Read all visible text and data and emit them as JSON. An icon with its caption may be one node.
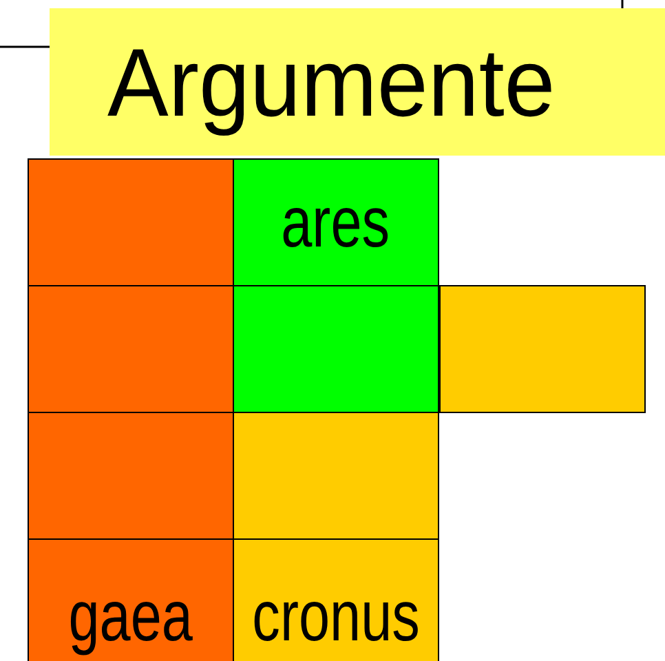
{
  "diagram": {
    "nodes": [
      {
        "text": [
          "Argumente"
        ]
      },
      {
        "text": [],
        "shape": "box"
      },
      {
        "text": [
          "ares"
        ]
      },
      {
        "text": [],
        "shape": "box"
      },
      {
        "text": [],
        "shape": "box"
      },
      {
        "text": [],
        "shape": "box"
      },
      {
        "text": [],
        "shape": "box"
      },
      {
        "text": [],
        "shape": "box"
      },
      {
        "text": [
          "gaea"
        ]
      },
      {
        "text": [
          "cronus"
        ]
      }
    ]
  }
}
